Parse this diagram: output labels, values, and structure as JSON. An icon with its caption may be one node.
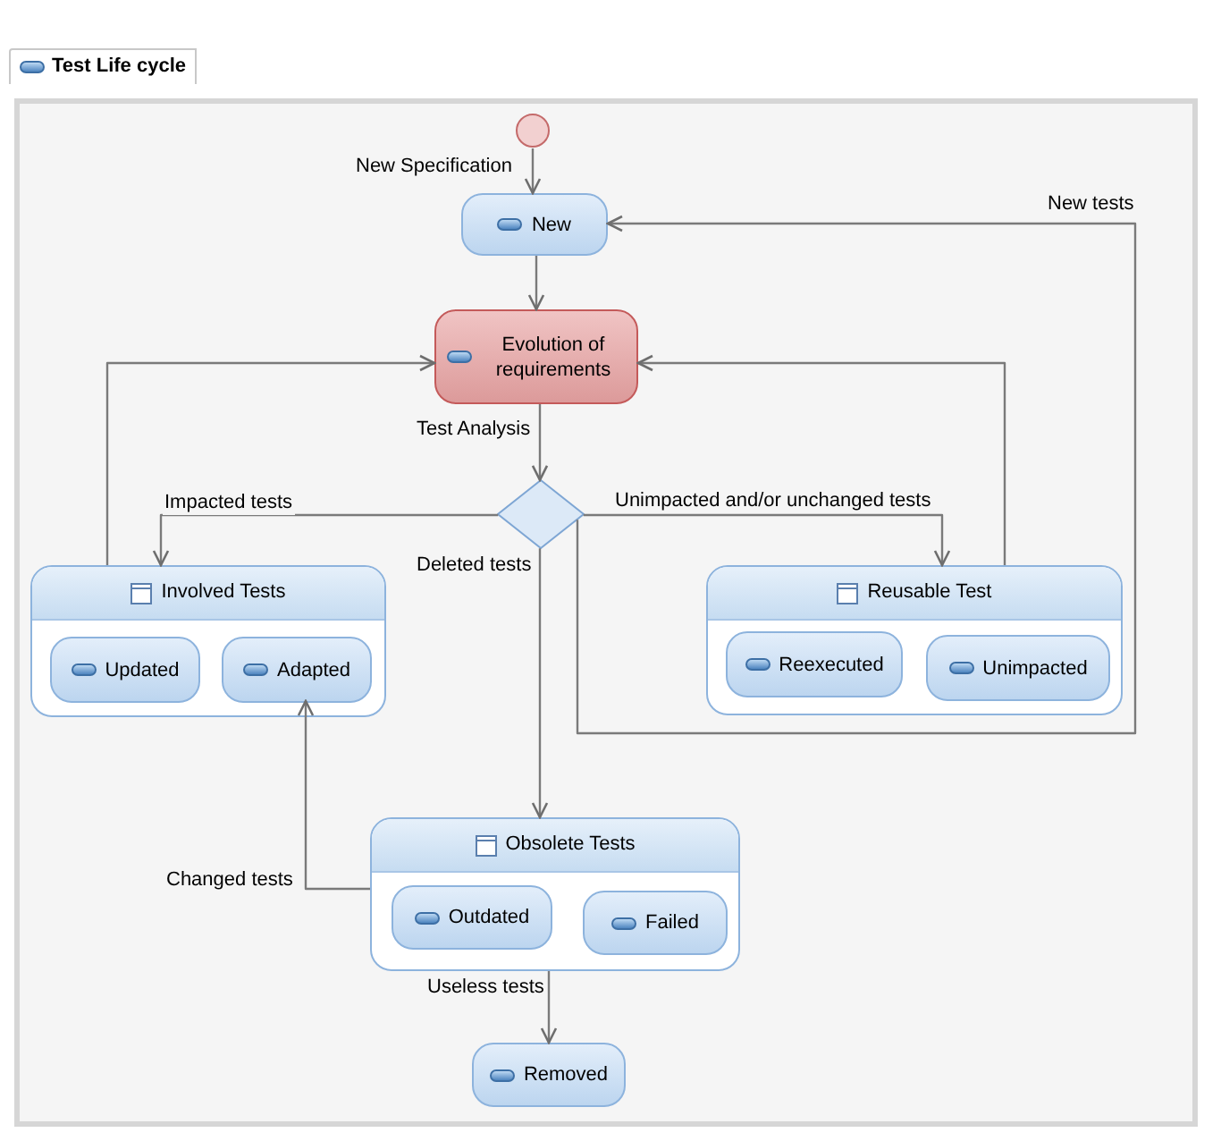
{
  "diagram": {
    "nodes": [
      {
        "text": [
          "Test Life cycle"
        ]
      },
      {
        "text": [],
        "shape": "circle",
        "in": 0
      },
      {
        "text": [
          "New"
        ],
        "in": 0
      },
      {
        "text": [
          "Evolution of requirements"
        ],
        "in": 0
      },
      {
        "text": [],
        "shape": "diamond",
        "in": 0
      },
      {
        "text": [
          "Involved Tests"
        ],
        "in": 0
      },
      {
        "text": [
          "Updated"
        ],
        "in": 5
      },
      {
        "text": [
          "Adapted"
        ],
        "in": 5
      },
      {
        "text": [
          "Reusable Test"
        ],
        "in": 0
      },
      {
        "text": [
          "Reexecuted"
        ],
        "in": 8
      },
      {
        "text": [
          "Unimpacted"
        ],
        "in": 8
      },
      {
        "text": [
          "Obsolete Tests"
        ],
        "in": 0
      },
      {
        "text": [
          "Outdated"
        ],
        "in": 11
      },
      {
        "text": [
          "Failed"
        ],
        "in": 11
      },
      {
        "text": [
          "Removed"
        ],
        "in": 0
      }
    ],
    "edges": [
      {
        "from": 1,
        "to": 2,
        "arrow": "to",
        "label": "New Specification"
      },
      {
        "from": 2,
        "to": 3,
        "arrow": "to"
      },
      {
        "from": 3,
        "to": 4,
        "arrow": "to",
        "label": "Test Analysis"
      },
      {
        "from": 4,
        "to": 5,
        "arrow": "to",
        "label": "Impacted tests"
      },
      {
        "from": 4,
        "to": 8,
        "arrow": "to",
        "label": "Unimpacted and/or unchanged tests"
      },
      {
        "from": 4,
        "to": 11,
        "arrow": "to",
        "label": "Deleted tests"
      },
      {
        "from": 5,
        "to": 3,
        "arrow": "to"
      },
      {
        "from": 8,
        "to": 3,
        "arrow": "to"
      },
      {
        "from": 4,
        "to": 2,
        "arrow": "to",
        "label": "New tests"
      },
      {
        "from": 11,
        "to": 7,
        "arrow": "to",
        "label": "Changed tests"
      },
      {
        "from": 11,
        "to": 14,
        "arrow": "to",
        "label": "Useless tests"
      }
    ]
  }
}
